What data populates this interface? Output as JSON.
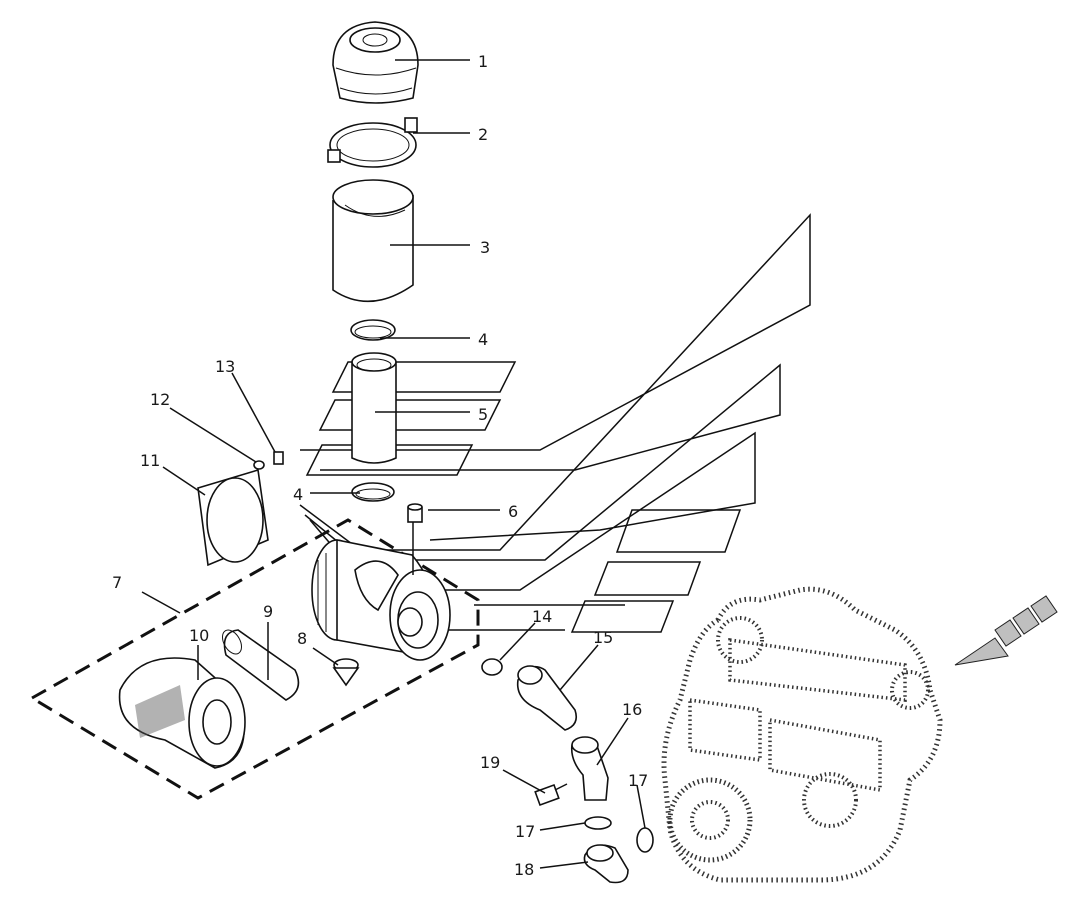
{
  "callouts": {
    "c1": "1",
    "c2": "2",
    "c3": "3",
    "c4a": "4",
    "c4b": "4",
    "c5": "5",
    "c6": "6",
    "c7": "7",
    "c8": "8",
    "c9": "9",
    "c10": "10",
    "c11": "11",
    "c12": "12",
    "c13": "13",
    "c14": "14",
    "c15": "15",
    "c16": "16",
    "c17a": "17",
    "c17b": "17",
    "c18": "18",
    "c19": "19"
  },
  "parts": {
    "p1": "rain-cap",
    "p2": "clamp-band",
    "p3": "intake-tube",
    "p4": "hose-clamp",
    "p5": "intake-pipe",
    "p6": "service-indicator",
    "p7": "air-filter-assembly",
    "p8": "dust-valve",
    "p9": "safety-element",
    "p10": "primary-filter-element",
    "p11": "mounting-bracket",
    "p12": "washer",
    "p13": "bolt",
    "p14": "o-ring",
    "p15": "elbow-hose",
    "p16": "elbow-pipe",
    "p17": "seal-ring",
    "p18": "elbow-fitting",
    "p19": "sensor"
  },
  "icons": {
    "engine": "engine-location-icon",
    "view_arrow": "view-direction-arrow-icon"
  },
  "colors": {
    "line": "#111111",
    "background": "#ffffff"
  }
}
